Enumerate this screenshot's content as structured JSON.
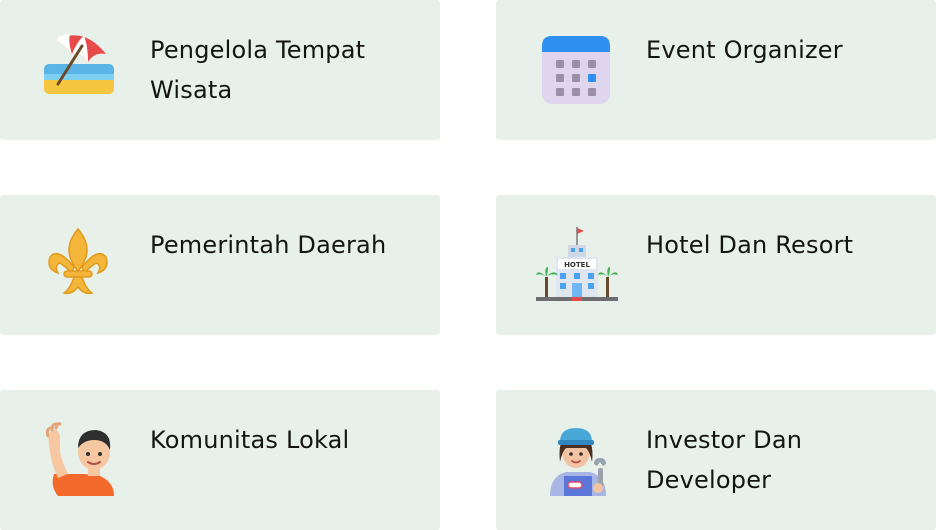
{
  "cards": [
    {
      "label": "Pengelola Tempat Wisata",
      "icon": "beach-umbrella-icon"
    },
    {
      "label": "Event Organizer",
      "icon": "calendar-icon"
    },
    {
      "label": "Pemerintah Daerah",
      "icon": "fleur-de-lis-icon"
    },
    {
      "label": "Hotel Dan Resort",
      "icon": "hotel-icon",
      "icon_text": "HOTEL"
    },
    {
      "label": "Komunitas Lokal",
      "icon": "waving-person-icon"
    },
    {
      "label": "Investor Dan Developer",
      "icon": "mechanic-icon"
    }
  ],
  "colors": {
    "card_bg": "#e8f1e9",
    "text": "#141414"
  }
}
